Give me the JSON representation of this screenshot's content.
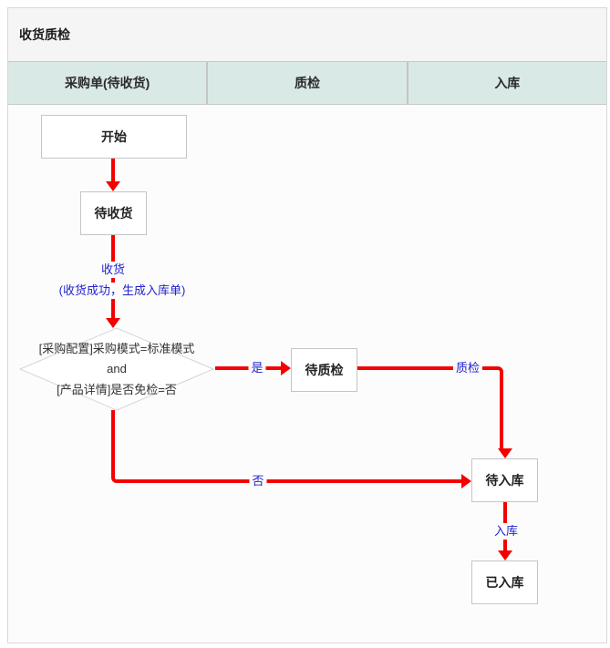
{
  "title": "收货质检",
  "lanes": [
    "采购单(待收货)",
    "质检",
    "入库"
  ],
  "nodes": {
    "start": "开始",
    "pending_receipt": "待收货",
    "pending_qc": "待质检",
    "pending_inbound": "待入库",
    "inbound_done": "已入库"
  },
  "decision": {
    "line1": "[采购配置]采购模式=标准模式",
    "line2": "and",
    "line3": "[产品详情]是否免检=否"
  },
  "edge_labels": {
    "receive": "收货",
    "receive_note": "(收货成功，生成入库单)",
    "yes": "是",
    "qc": "质检",
    "no": "否",
    "inbound": "入库"
  },
  "colors": {
    "arrow_red": "#f40000",
    "edge_label_blue": "#2222cc",
    "lane_header_bg": "#d9e9e6",
    "title_bar_bg": "#f5f5f5"
  }
}
